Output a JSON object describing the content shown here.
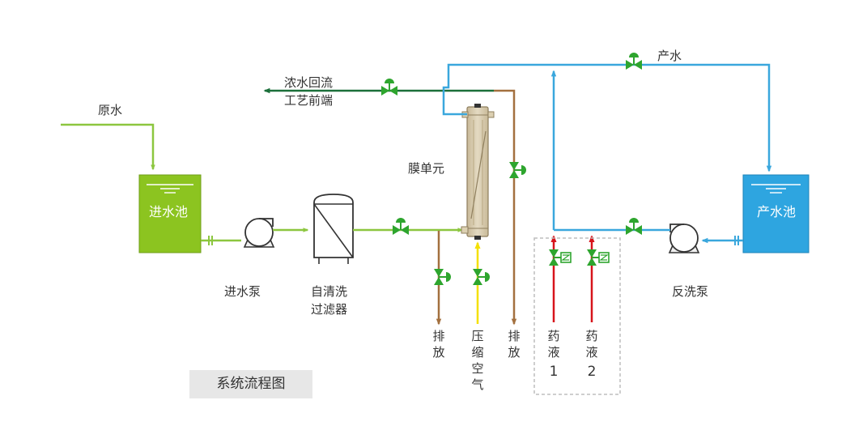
{
  "labels": {
    "raw_water": "原水",
    "feed_tank": "进水池",
    "feed_pump": "进水泵",
    "filter_line1": "自清洗",
    "filter_line2": "过滤器",
    "concentrate_line1": "浓水回流",
    "concentrate_line2": "工艺前端",
    "membrane": "膜单元",
    "drain_1": "排放",
    "compressed_air": "压缩空气",
    "drain_2": "排放",
    "product_water": "产水",
    "product_tank": "产水池",
    "backwash_pump": "反洗泵",
    "chemical_1_text": "药液",
    "chemical_1_num": "1",
    "chemical_2_text": "药液",
    "chemical_2_num": "2",
    "caption": "系统流程图"
  },
  "colors": {
    "feed_line": "#8cc63f",
    "feed_tank": "#8cc420",
    "product_line": "#3aa7dd",
    "product_tank": "#2ea5e0",
    "drain_line": "#a3703f",
    "concentrate_line": "#1b6f3a",
    "air_line": "#f4e000",
    "chemical_line": "#d7141b",
    "valve": "#2ea52e",
    "membrane": "#d9cdb0",
    "dashed_box": "#bdbdbd"
  }
}
